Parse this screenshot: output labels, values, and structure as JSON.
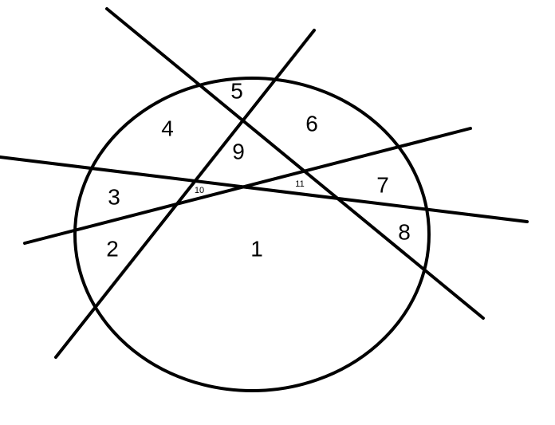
{
  "stroke_color": "#000000",
  "background_color": "#ffffff",
  "regions": [
    {
      "id": "r1",
      "label": "1"
    },
    {
      "id": "r2",
      "label": "2"
    },
    {
      "id": "r3",
      "label": "3"
    },
    {
      "id": "r4",
      "label": "4"
    },
    {
      "id": "r5",
      "label": "5"
    },
    {
      "id": "r6",
      "label": "6"
    },
    {
      "id": "r7",
      "label": "7"
    },
    {
      "id": "r8",
      "label": "8"
    },
    {
      "id": "r9",
      "label": "9"
    },
    {
      "id": "r10",
      "label": "10"
    },
    {
      "id": "r11",
      "label": "11"
    }
  ]
}
